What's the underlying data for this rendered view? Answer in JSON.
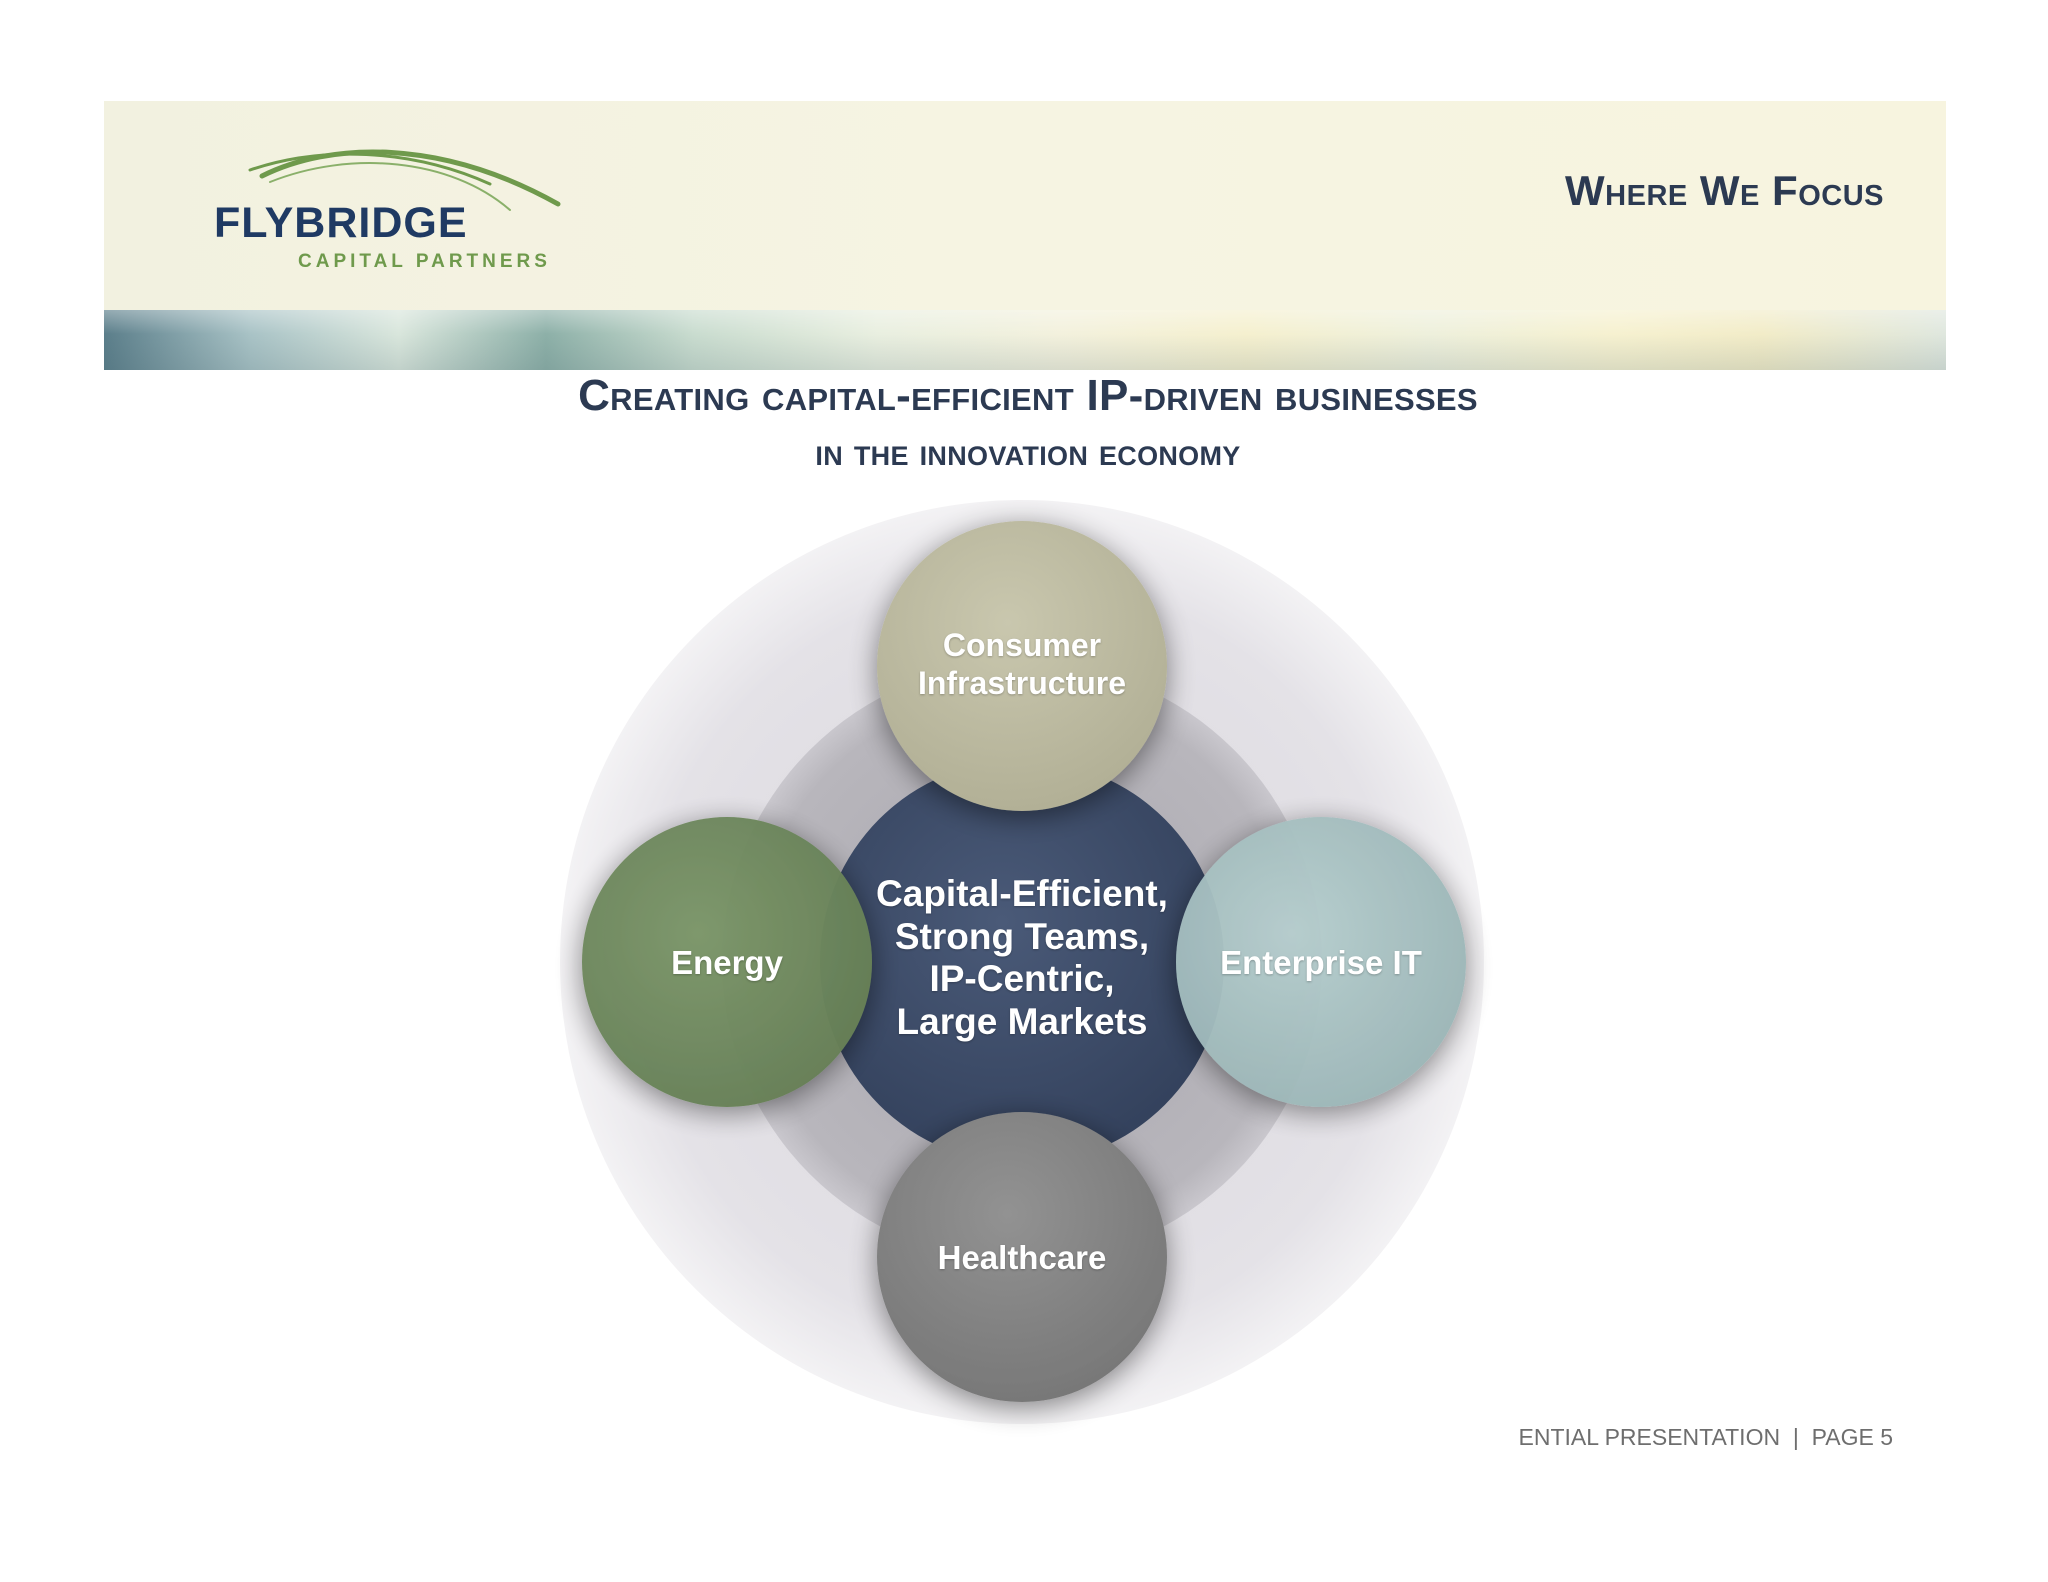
{
  "header": {
    "logo_name": "FLYBRIDGE",
    "logo_sub": "CAPITAL PARTNERS",
    "focus_title": "Where We Focus"
  },
  "headline": {
    "line1": "Creating capital-efficient IP-driven businesses",
    "line2": "in the innovation economy"
  },
  "diagram": {
    "center": {
      "line1": "Capital-Efficient,",
      "line2": "Strong Teams,",
      "line3": "IP-Centric,",
      "line4": "Large Markets",
      "color": "#3d4c68"
    },
    "top": {
      "line1": "Consumer",
      "line2": "Infrastructure",
      "color": "#bdbba0"
    },
    "left": {
      "label": "Energy",
      "color": "#6f8a5e"
    },
    "right": {
      "label": "Enterprise IT",
      "color": "#a9c3c3"
    },
    "bottom": {
      "label": "Healthcare",
      "color": "#858585"
    }
  },
  "footer": {
    "text": "ENTIAL PRESENTATION  |  PAGE 5"
  }
}
